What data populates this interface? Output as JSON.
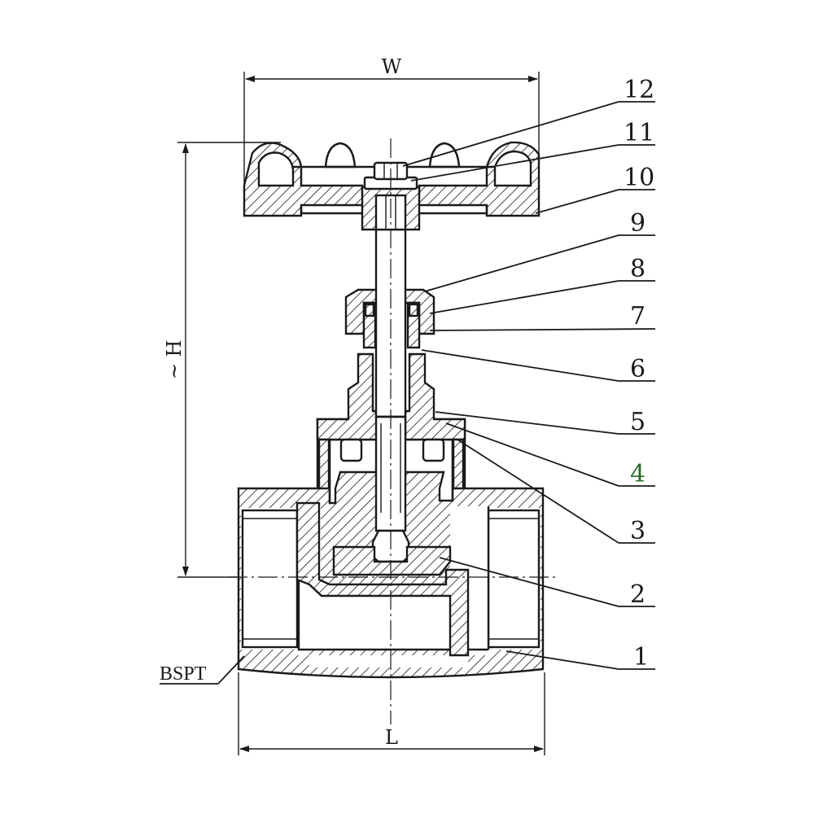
{
  "dimensions": {
    "width_label": "W",
    "height_label": "H",
    "height_tilde": "~",
    "length_label": "L",
    "thread_label": "BSPT"
  },
  "parts": [
    {
      "number": "12"
    },
    {
      "number": "11"
    },
    {
      "number": "10"
    },
    {
      "number": "9"
    },
    {
      "number": "8"
    },
    {
      "number": "7"
    },
    {
      "number": "6"
    },
    {
      "number": "5"
    },
    {
      "number": "4"
    },
    {
      "number": "3"
    },
    {
      "number": "2"
    },
    {
      "number": "1"
    }
  ],
  "colors": {
    "line": "#1a1a1a",
    "highlight_label": "#2e6b2e",
    "background": "#ffffff"
  }
}
